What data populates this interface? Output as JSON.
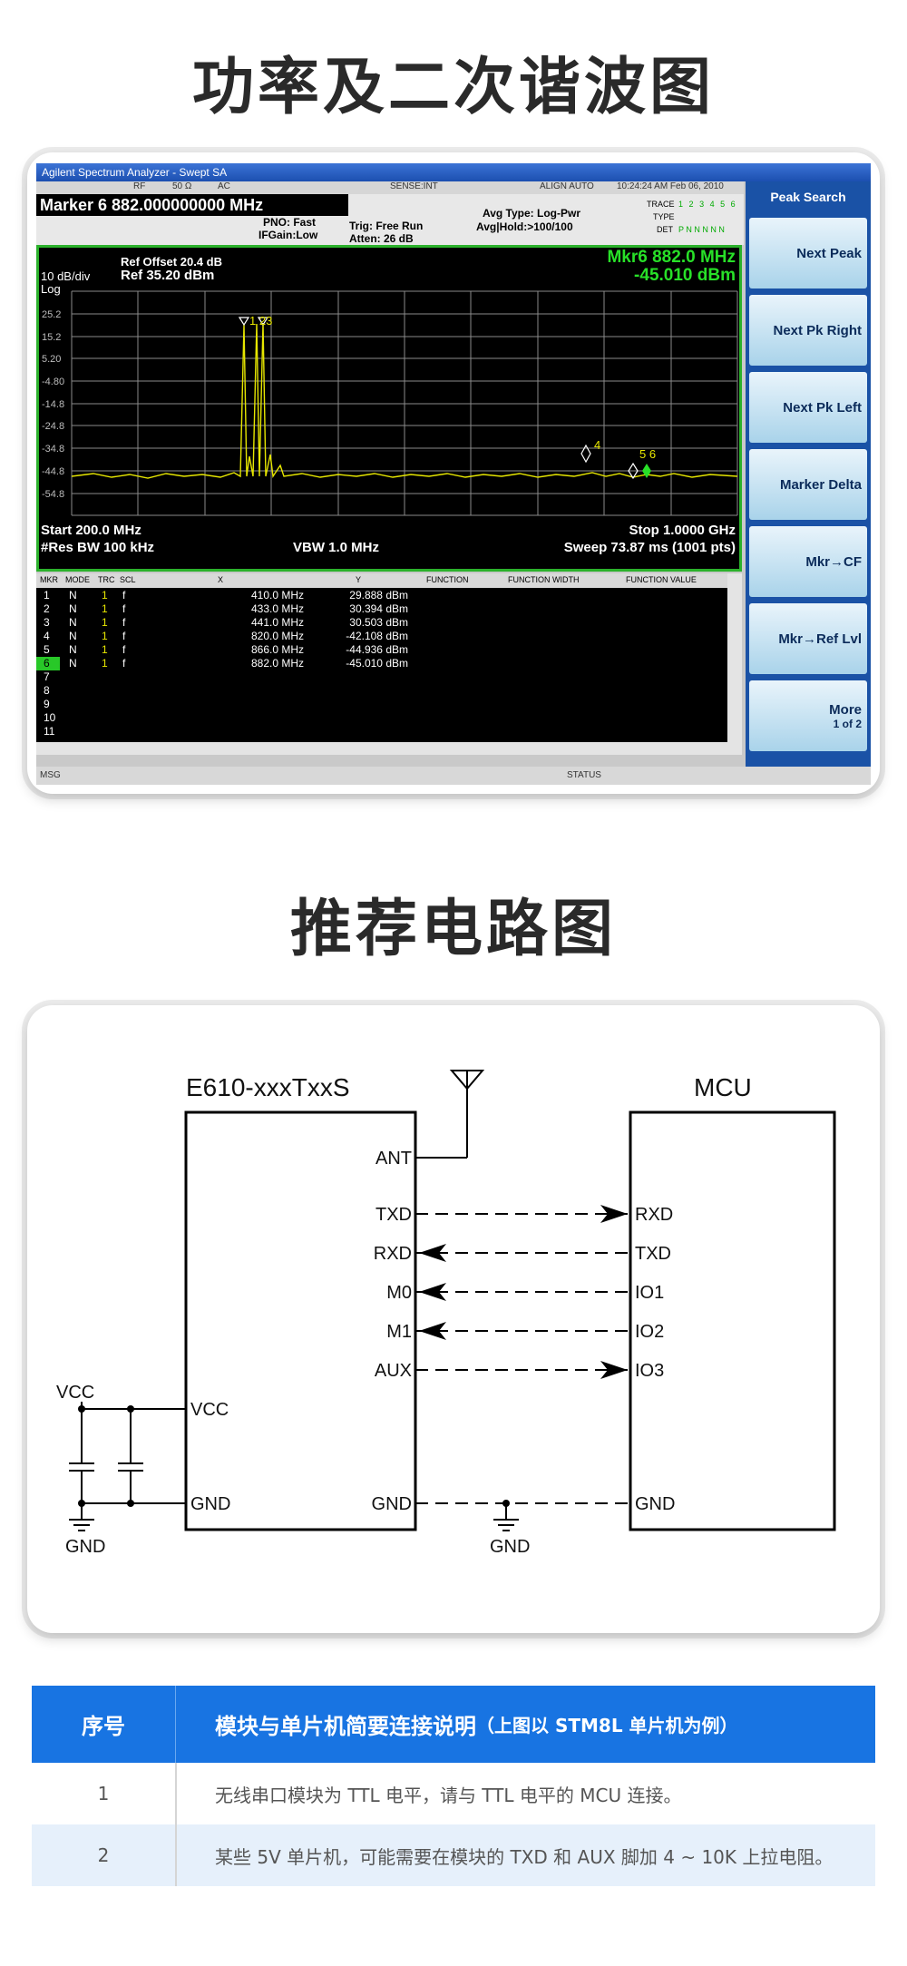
{
  "titles": {
    "power": "功率及二次谐波图",
    "circuit": "推荐电路图"
  },
  "analyzer": {
    "title": "Agilent Spectrum Analyzer - Swept SA",
    "status": {
      "rf": "RF",
      "ohm": "50 Ω",
      "ac": "AC",
      "sense": "SENSE:INT",
      "align": "ALIGN AUTO",
      "datetime": "10:24:24 AM Feb 06, 2010"
    },
    "marker_readout": "Marker 6  882.000000000 MHz",
    "pno": "PNO: Fast",
    "ifgain": "IFGain:Low",
    "trig": "Trig: Free Run",
    "atten": "Atten: 26 dB",
    "avg_type": "Avg Type: Log-Pwr",
    "avg_hold": "Avg|Hold:>100/100",
    "trace_label": "TRACE",
    "type_label": "TYPE",
    "det_label": "DET",
    "trace_nums": [
      "1",
      "2",
      "3",
      "4",
      "5",
      "6"
    ],
    "det_values": "P N N N N N",
    "ref_offset": "Ref Offset 20.4 dB",
    "ref_level": "Ref 35.20 dBm",
    "scale": "10 dB/div",
    "log": "Log",
    "mkr_title": "Mkr6 882.0 MHz",
    "mkr_value": "-45.010 dBm",
    "y_ticks": [
      "25.2",
      "15.2",
      "5.20",
      "-4.80",
      "-14.8",
      "-24.8",
      "-34.8",
      "-44.8",
      "-54.8"
    ],
    "start": "Start 200.0 MHz",
    "stop": "Stop 1.0000 GHz",
    "res_bw": "#Res BW 100 kHz",
    "vbw": "VBW 1.0 MHz",
    "sweep": "Sweep  73.87 ms (1001 pts)",
    "table_headers": [
      "MKR",
      "MODE",
      "TRC",
      "SCL",
      "X",
      "Y",
      "FUNCTION",
      "FUNCTION WIDTH",
      "FUNCTION VALUE"
    ],
    "table_rows": [
      [
        "1",
        "N",
        "1",
        "f",
        "410.0 MHz",
        "29.888 dBm"
      ],
      [
        "2",
        "N",
        "1",
        "f",
        "433.0 MHz",
        "30.394 dBm"
      ],
      [
        "3",
        "N",
        "1",
        "f",
        "441.0 MHz",
        "30.503 dBm"
      ],
      [
        "4",
        "N",
        "1",
        "f",
        "820.0 MHz",
        "-42.108 dBm"
      ],
      [
        "5",
        "N",
        "1",
        "f",
        "866.0 MHz",
        "-44.936 dBm"
      ],
      [
        "6",
        "N",
        "1",
        "f",
        "882.0 MHz",
        "-45.010 dBm"
      ],
      [
        "7",
        "",
        "",
        "",
        "",
        ""
      ],
      [
        "8",
        "",
        "",
        "",
        "",
        ""
      ],
      [
        "9",
        "",
        "",
        "",
        "",
        ""
      ],
      [
        "10",
        "",
        "",
        "",
        "",
        ""
      ],
      [
        "11",
        "",
        "",
        "",
        "",
        ""
      ]
    ],
    "softkeys_title": "Peak Search",
    "softkeys": [
      "Next Peak",
      "Next Pk Right",
      "Next Pk Left",
      "Marker Delta",
      "Mkr→CF",
      "Mkr→Ref Lvl",
      "More"
    ],
    "more_sub": "1 of 2",
    "msg": "MSG",
    "status_label": "STATUS",
    "marker_flags": {
      "m123": "1 23",
      "m4": "4",
      "m56": "5 6"
    }
  },
  "circuit": {
    "module": "E610-xxxTxxS",
    "mcu": "MCU",
    "module_pins": [
      "ANT",
      "TXD",
      "RXD",
      "M0",
      "M1",
      "AUX",
      "VCC",
      "GND"
    ],
    "mcu_pins": [
      "RXD",
      "TXD",
      "IO1",
      "IO2",
      "IO3",
      "GND"
    ],
    "vcc": "VCC",
    "gnd_left": "GND",
    "gnd_mid": "GND"
  },
  "table": {
    "col1": "序号",
    "col2": "模块与单片机简要连接说明",
    "col2_note": "（上图以 STM8L 单片机为例）",
    "rows": [
      {
        "no": "1",
        "text": "无线串口模块为 TTL 电平，请与 TTL 电平的 MCU 连接。"
      },
      {
        "no": "2",
        "text": "某些 5V 单片机，可能需要在模块的 TXD 和 AUX 脚加 4 ~ 10K 上拉电阻。"
      }
    ]
  },
  "colors": {
    "accent_blue": "#1874e2",
    "trace_yellow": "#e6e600",
    "marker_green": "#28e028",
    "row_alt": "#e6f0fb"
  }
}
